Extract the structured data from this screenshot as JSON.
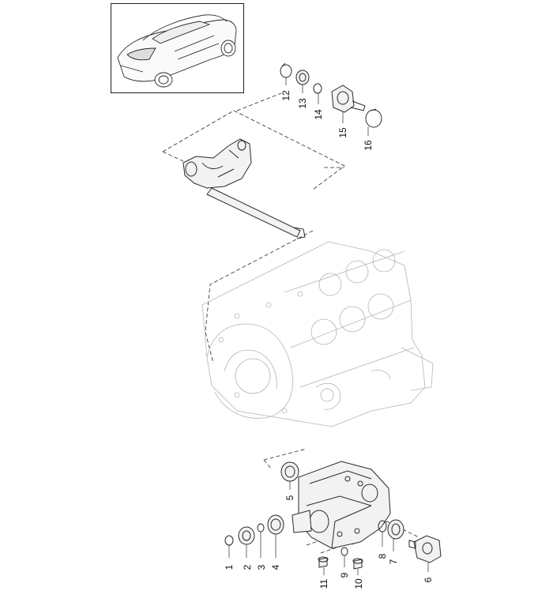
{
  "callouts": {
    "c1": "1",
    "c2": "2",
    "c3": "3",
    "c4": "4",
    "c5": "5",
    "c6": "6",
    "c7": "7",
    "c8": "8",
    "c9": "9",
    "c10": "10",
    "c11": "11",
    "c12": "12",
    "c13": "13",
    "c14": "14",
    "c15": "15",
    "c16": "16"
  },
  "colors": {
    "line": "#2a2a2a",
    "ghost": "#b5b5b5",
    "fill": "#f2f2f2",
    "shade": "#cfcfcf"
  }
}
